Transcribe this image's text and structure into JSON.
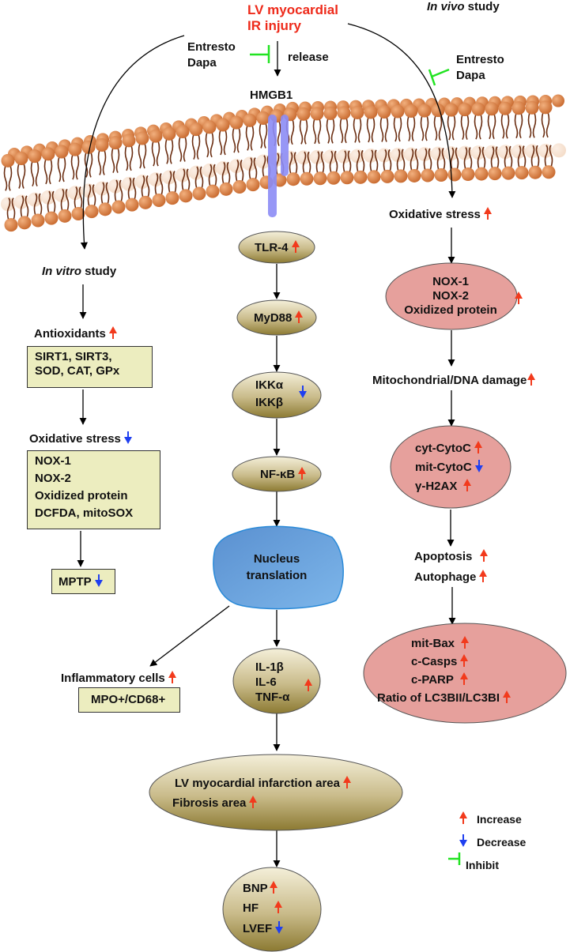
{
  "top": {
    "injury_line1": "LV myocardial",
    "injury_line2": "IR injury",
    "release_label": "release",
    "hmgb1_label": "HMGB1",
    "drug_left_line1": "Entresto",
    "drug_left_line2": "Dapa",
    "drug_right_line1": "Entresto",
    "drug_right_line2": "Dapa",
    "in_vivo_italic": "In vivo",
    "in_vivo_rest": " study"
  },
  "in_vitro": {
    "title_italic": "In vitro",
    "title_rest": " study",
    "antioxidants_label": "Antioxidants",
    "antioxidants_trend": "increase",
    "antioxidants_box": [
      "SIRT1, SIRT3,",
      "SOD, CAT, GPx"
    ],
    "oxidative_label": "Oxidative stress",
    "oxidative_trend": "decrease",
    "oxidative_box": [
      "NOX-1",
      "NOX-2",
      "Oxidized protein",
      "DCFDA, mitoSOX"
    ],
    "mptp_label": "MPTP",
    "mptp_trend": "decrease"
  },
  "center": {
    "tlr4": "TLR-4",
    "myd88": "MyD88",
    "ikk_a": "IKKα",
    "ikk_b": "IKKβ",
    "nfkb": "NF-κB",
    "nucleus_line1": "Nucleus",
    "nucleus_line2": "translation",
    "il1b": "IL-1β",
    "il6": "IL-6",
    "tnfa": "TNF-α",
    "infarct_label": "LV myocardial infarction area",
    "fibrosis_label": "Fibrosis area",
    "bnp": "BNP",
    "hf": "HF",
    "lvef": "LVEF",
    "inflammatory_label": "Inflammatory cells",
    "mpo_box": "MPO+/CD68+"
  },
  "in_vivo": {
    "oxidative_label": "Oxidative stress",
    "nox_ellipse": [
      "NOX-1",
      "NOX-2",
      "Oxidized protein"
    ],
    "mito_label": "Mitochondrial/DNA damage",
    "cyto_ellipse": [
      "cyt-CytoC",
      "mit-CytoC",
      "γ-H2AX"
    ],
    "apoptosis_label": "Apoptosis",
    "autophage_label": "Autophage",
    "final_ellipse": [
      "mit-Bax",
      "c-Casps",
      "c-PARP",
      "Ratio of LC3BII/LC3BI"
    ]
  },
  "legend": {
    "increase": "Increase",
    "decrease": "Decrease",
    "inhibit": "Inhibit"
  },
  "colors": {
    "increase": "#f23a1c",
    "decrease": "#1f3ff0",
    "inhibit": "#22e322",
    "injury_text": "#ee2a1a",
    "box_fill": "#ecedbf",
    "pink_ellipse": "#e6a09c",
    "nucleus": "#6fa8e0",
    "receptor": "#8c8cf5",
    "lipid_head": "#d9844a"
  }
}
